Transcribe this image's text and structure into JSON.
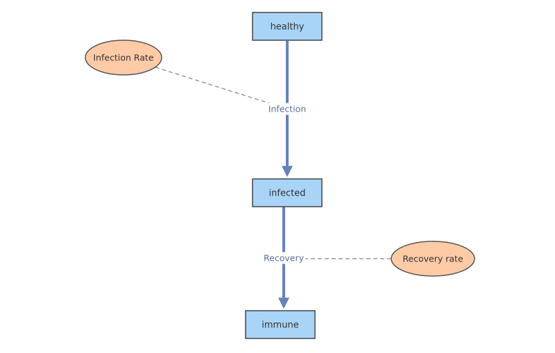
{
  "diagram": {
    "stocks": {
      "healthy": "healthy",
      "infected": "infected",
      "immune": "immune"
    },
    "flows": {
      "infection": "Infection",
      "recovery": "Recovery"
    },
    "variables": {
      "infection_rate": "Infection Rate",
      "recovery_rate": "Recovery rate"
    },
    "colors": {
      "stock_fill": "#a8d4f7",
      "stock_border": "#444444",
      "variable_fill": "#ffcba6",
      "variable_border": "#555555",
      "flow_color": "#6682b8",
      "link_color": "#999999",
      "flow_label_color": "#5c6f99"
    }
  }
}
